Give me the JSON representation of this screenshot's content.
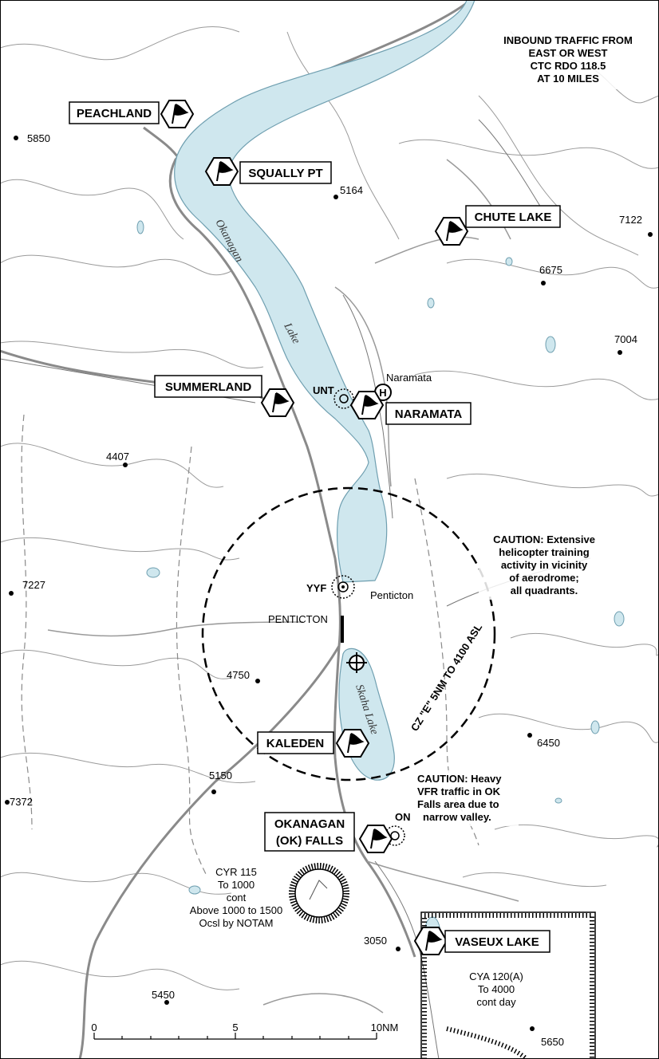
{
  "map": {
    "lakes": {
      "okanagan": "Okanagan",
      "lake": "Lake",
      "skaha": "Skaha Lake"
    },
    "vrps": [
      {
        "id": "peachland",
        "label": "PEACHLAND"
      },
      {
        "id": "squally",
        "label": "SQUALLY PT"
      },
      {
        "id": "chute",
        "label": "CHUTE LAKE"
      },
      {
        "id": "summerland",
        "label": "SUMMERLAND"
      },
      {
        "id": "naramata",
        "label": "NARAMATA"
      },
      {
        "id": "kaleden",
        "label": "KALEDEN"
      },
      {
        "id": "okfalls1",
        "label": "OKANAGAN"
      },
      {
        "id": "okfalls2",
        "label": "(OK) FALLS"
      },
      {
        "id": "vaseux",
        "label": "VASEUX LAKE"
      }
    ],
    "spot_heights": [
      "5850",
      "5164",
      "7122",
      "6675",
      "7004",
      "4407",
      "7227",
      "4750",
      "6450",
      "5150",
      "7372",
      "3050",
      "5450",
      "5650"
    ],
    "places": {
      "naramata": "Naramata",
      "penticton_town": "Penticton",
      "penticton_aerodrome": "PENTICTON",
      "yyf": "YYF",
      "unt": "UNT",
      "on": "ON",
      "heliport": "H"
    },
    "inbound_note": [
      "INBOUND TRAFFIC FROM",
      "EAST OR WEST",
      "CTC RDO 118.5",
      "AT 10 MILES"
    ],
    "caution_heli": [
      "CAUTION: Extensive",
      "helicopter training",
      "activity in vicinity",
      "of aerodrome;",
      "all quadrants."
    ],
    "caution_vfr": [
      "CAUTION: Heavy",
      "VFR traffic in OK",
      "Falls area due to",
      "narrow valley."
    ],
    "cz_label": "CZ \"E\" 5NM TO 4100 ASL",
    "cyr": [
      "CYR 115",
      "To 1000",
      "cont",
      "Above 1000 to 1500",
      "Ocsl by NOTAM"
    ],
    "cya": [
      "CYA 120(A)",
      "To 4000",
      "cont day"
    ],
    "scale": {
      "start": "0",
      "mid": "5",
      "end": "10NM"
    },
    "colors": {
      "water": "#cfe7ee",
      "water_edge": "#6f9fb0",
      "road": "#8a8a8a",
      "terrain": "#9a9a9a"
    }
  }
}
